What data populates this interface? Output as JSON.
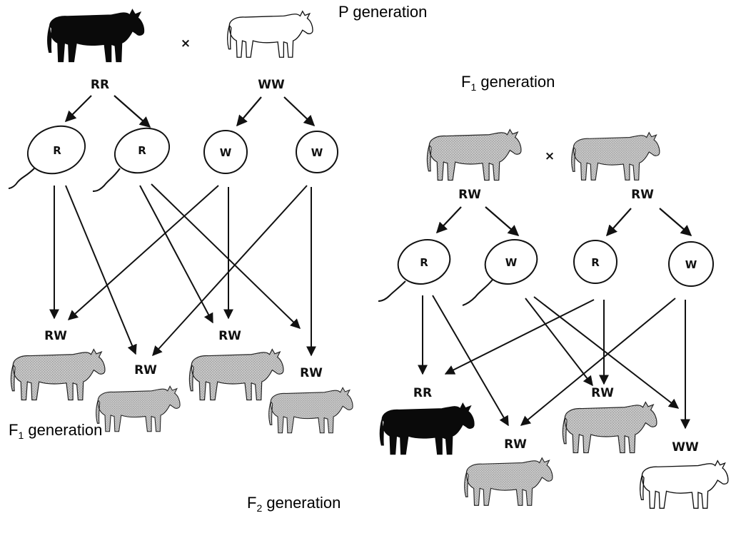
{
  "left_cross": {
    "caption_p": "P generation",
    "caption_f1": [
      "F",
      "1",
      " generation"
    ],
    "cross_symbol": "×",
    "parent_genotypes": [
      "RR",
      "WW"
    ],
    "parent_colors": [
      "black",
      "white"
    ],
    "gametes": [
      "R",
      "R",
      "W",
      "W"
    ],
    "offspring_genotypes": [
      "RW",
      "RW",
      "RW",
      "RW"
    ],
    "offspring_color": "roan"
  },
  "right_cross": {
    "caption_f1": [
      "F",
      "1",
      " generation"
    ],
    "caption_f2": [
      "F",
      "2",
      " generation"
    ],
    "cross_symbol": "×",
    "parent_genotypes": [
      "RW",
      "RW"
    ],
    "gametes": [
      "R",
      "W",
      "R",
      "W"
    ],
    "offspring_genotypes": [
      "RR",
      "RW",
      "RW",
      "WW"
    ],
    "offspring_colors": [
      "black",
      "roan",
      "roan",
      "white"
    ]
  },
  "colors": {
    "black": "#0a0a0a",
    "roan": "#bdbdbd",
    "white": "#ffffff",
    "ink": "#111111"
  }
}
